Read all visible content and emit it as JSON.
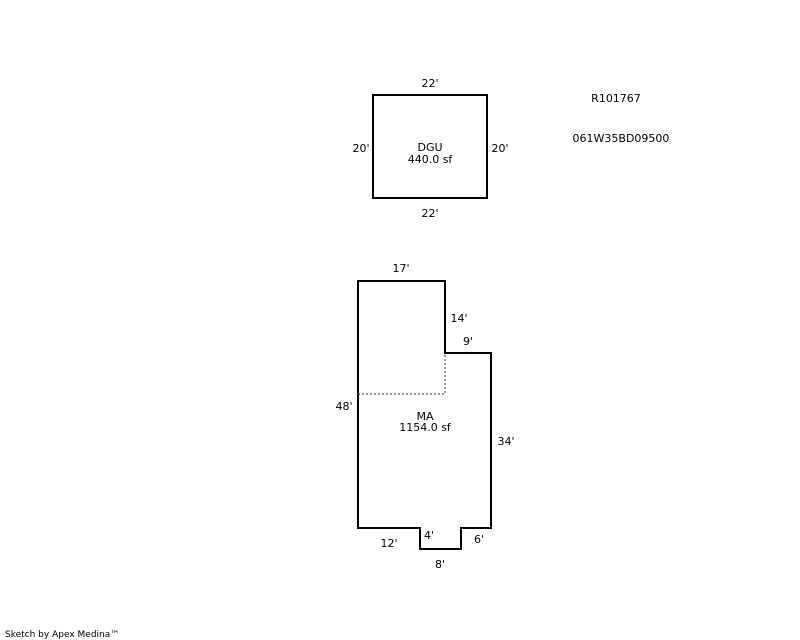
{
  "parcel": {
    "account_id": "R101767",
    "map_tax_lot": "061W35BD09500"
  },
  "dgu": {
    "label": "DGU",
    "area": "440.0 sf",
    "dim_top": "22'",
    "dim_bottom": "22'",
    "dim_left": "20'",
    "dim_right": "20'"
  },
  "ma": {
    "label": "MA",
    "area": "1154.0 sf",
    "dim_top": "17'",
    "dim_step_vertical": "14'",
    "dim_step_horizontal": "9'",
    "dim_left": "48'",
    "dim_right": "34'",
    "dim_bottom_left": "12'",
    "dim_notch_side": "4'",
    "dim_notch_bottom": "8'",
    "dim_bottom_right": "6'"
  },
  "footer": {
    "credit": "Sketch by Apex Medina™"
  }
}
